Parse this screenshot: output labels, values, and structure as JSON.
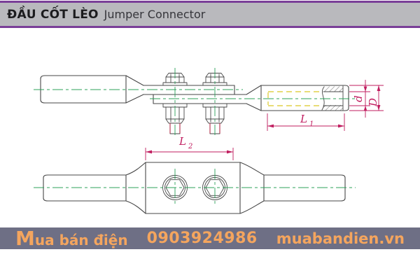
{
  "header": {
    "title_vi": "ĐẦU CỐT LÈO",
    "title_en": "Jumper Connector"
  },
  "drawing": {
    "dim_labels": {
      "L1_base": "L",
      "L1_sub": "1",
      "L2_base": "L",
      "L2_sub": "2",
      "d": "d",
      "D": "D"
    }
  },
  "footer": {
    "brand": "Mua bán điện",
    "phone": "0903924986",
    "website": "muabandien.vn"
  },
  "colors": {
    "canvas-bg": "#ffffff",
    "accent-purple": "#7a3f98",
    "header-bg": "#b9b9bd",
    "header-text": "#1c1c1e",
    "footer-bg": "#6e6f85",
    "footer-text": "#f4a55e",
    "line-dark": "#474747",
    "centerline-green": "#2ca05a",
    "hidden-yellow": "#e0d149",
    "dimension-magenta": "#c01d5f",
    "thread-red": "#b5304a"
  }
}
